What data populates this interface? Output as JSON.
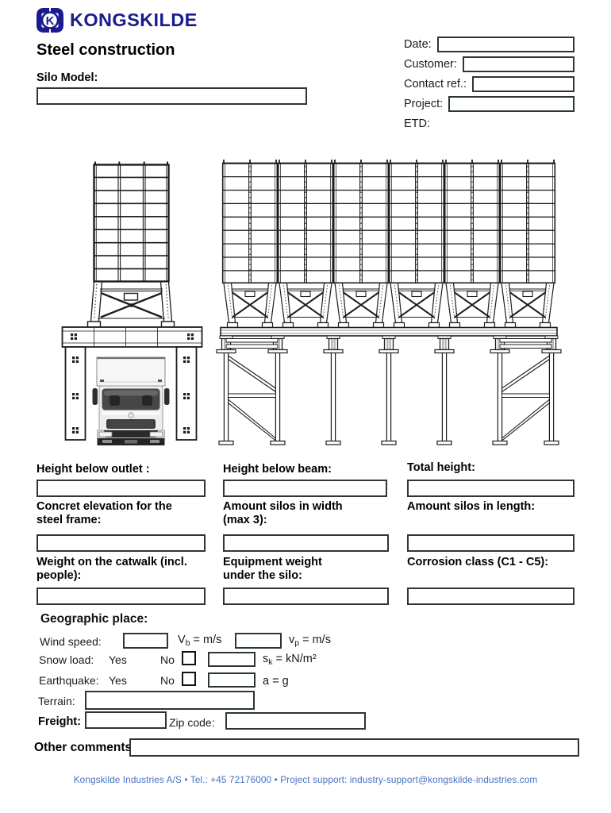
{
  "brand": {
    "wordmark": "KONGSKILDE",
    "mark_letter": "K",
    "navy": "#1b1b8f"
  },
  "page": {
    "title": "Steel construction"
  },
  "silo_model": {
    "label": "Silo Model:",
    "value": "",
    "placeholder": ""
  },
  "meta": {
    "date": {
      "label": "Date:",
      "value": ""
    },
    "customer": {
      "label": "Customer:",
      "value": ""
    },
    "contact": {
      "label": "Contact ref.:",
      "value": ""
    },
    "project": {
      "label": "Project:",
      "value": ""
    },
    "etd": {
      "label": "ETD:"
    }
  },
  "drawings": {
    "left_icon": "silo-on-portal-frame-with-truck-drawing",
    "right_icon": "six-silos-on-steel-support-legs-drawing"
  },
  "spec_fields": [
    {
      "label": "Height below outlet :",
      "value": ""
    },
    {
      "label": "Height below beam:",
      "value": ""
    },
    {
      "label": "Total height:",
      "value": ""
    },
    {
      "label": "Concret elevation for the steel frame:",
      "value": ""
    },
    {
      "label": "Amount silos in width (max 3):",
      "value": ""
    },
    {
      "label": "Amount silos in length:",
      "value": ""
    },
    {
      "label": "Weight on the catwalk (incl. people):",
      "value": ""
    },
    {
      "label": "Equipment weight under the silo:",
      "value": ""
    },
    {
      "label": "Corrosion class (C1 - C5):",
      "value": ""
    }
  ],
  "geographic": {
    "heading": "Geographic place:",
    "wind": {
      "label": "Wind speed:",
      "value_b": "",
      "value_p": "",
      "vb_letter": "V",
      "vb_sub": "b",
      "vb_eq": "= m/s",
      "vp_letter": "v",
      "vp_sub": "p",
      "vp_eq": "= m/s"
    },
    "snow": {
      "label": "Snow load:",
      "yes": "Yes",
      "no": "No",
      "no_checked": false,
      "value": "",
      "unit_letter": "s",
      "unit_sub": "k",
      "unit_eq": "= kN/m²"
    },
    "earthquake": {
      "label": "Earthquake:",
      "yes": "Yes",
      "no": "No",
      "no_checked": false,
      "value": "",
      "unit_eq": "a = g"
    },
    "terrain": {
      "label": "Terrain:",
      "value": ""
    },
    "freight": {
      "label": "Freight:",
      "value": ""
    },
    "zip": {
      "label": "Zip code:",
      "value": ""
    },
    "comments": {
      "label": "Other comments:",
      "value": ""
    }
  },
  "footer": {
    "text": "Kongskilde Industries A/S • Tel.: +45 72176000 • Project support: industry-support@kongskilde-industries.com"
  }
}
